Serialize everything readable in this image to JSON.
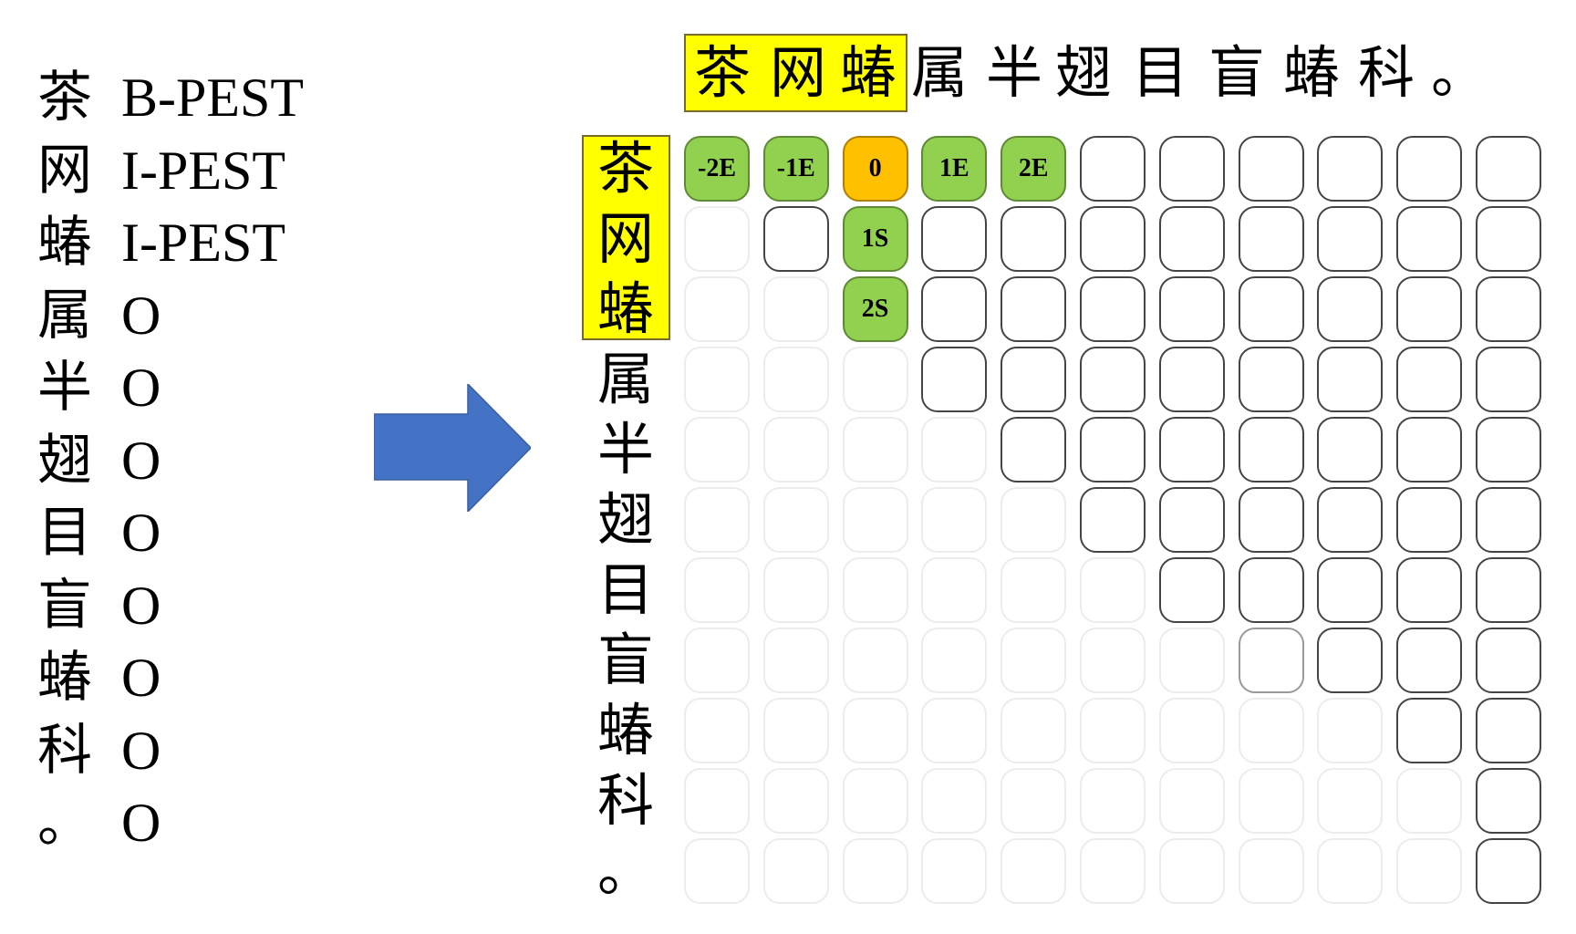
{
  "tokens": [
    "茶",
    "网",
    "蝽",
    "属",
    "半",
    "翅",
    "目",
    "盲",
    "蝽",
    "科",
    "。"
  ],
  "labels": [
    "B-PEST",
    "I-PEST",
    "I-PEST",
    "O",
    "O",
    "O",
    "O",
    "O",
    "O",
    "O",
    "O"
  ],
  "colors": {
    "highlight": "#ffff00",
    "green": "#92d050",
    "orange": "#ffc000",
    "arrow": "#4472c4"
  },
  "grid": {
    "rows": 11,
    "cols": 11,
    "dark_from_col": [
      0,
      1,
      3,
      3,
      4,
      5,
      6,
      8,
      9,
      10,
      10
    ],
    "mid_cells": [
      [
        7,
        7
      ]
    ],
    "filled": [
      {
        "row": 0,
        "col": 0,
        "label": "-2E",
        "color": "green"
      },
      {
        "row": 0,
        "col": 1,
        "label": "-1E",
        "color": "green"
      },
      {
        "row": 0,
        "col": 2,
        "label": "0",
        "color": "orange"
      },
      {
        "row": 0,
        "col": 3,
        "label": "1E",
        "color": "green"
      },
      {
        "row": 0,
        "col": 4,
        "label": "2E",
        "color": "green"
      },
      {
        "row": 1,
        "col": 2,
        "label": "1S",
        "color": "green"
      },
      {
        "row": 2,
        "col": 2,
        "label": "2S",
        "color": "green"
      }
    ]
  },
  "highlighted_span": [
    0,
    2
  ]
}
